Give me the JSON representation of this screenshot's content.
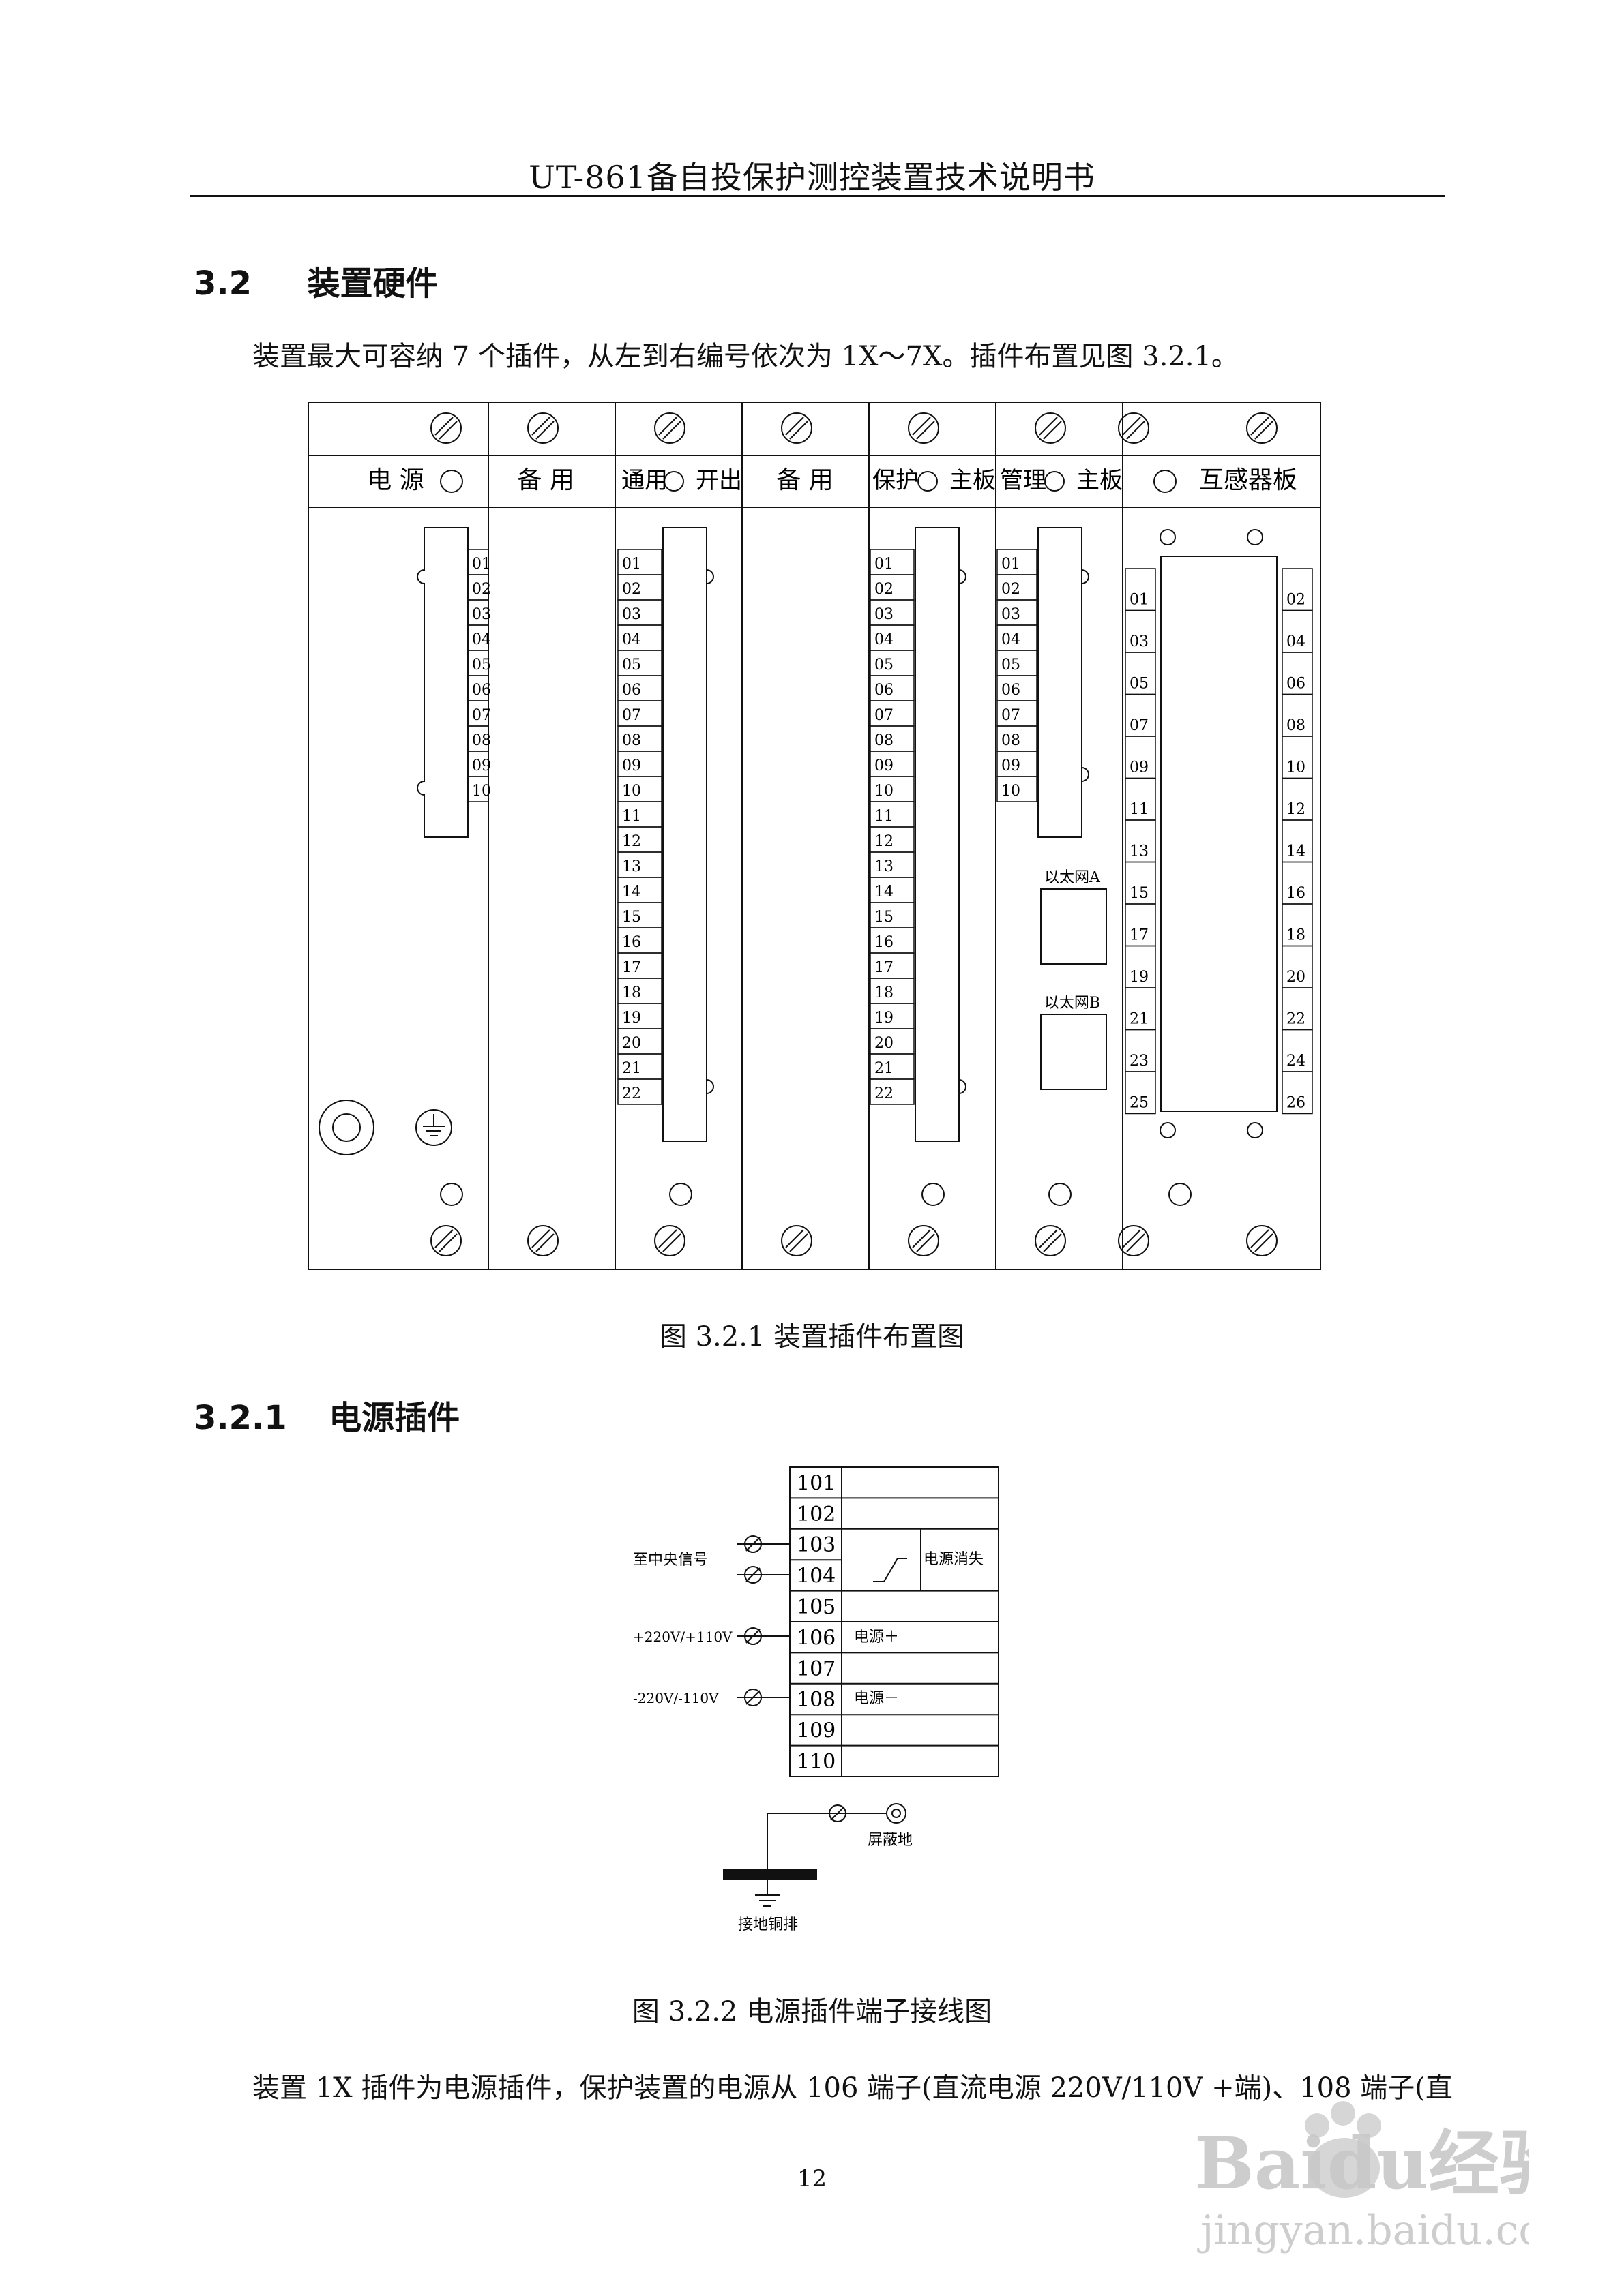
{
  "header": {
    "title": "UT-861备自投保护测控装置技术说明书"
  },
  "section": {
    "number": "3.2",
    "title": "装置硬件"
  },
  "intro": "装置最大可容纳 7 个插件，从左到右编号依次为 1X～7X。插件布置见图 3.2.1。",
  "fig1": {
    "caption": "图 3.2.1 装置插件布置图",
    "slots": [
      "电 源",
      "备 用",
      "通用",
      "开出",
      "备 用",
      "保护",
      "主板",
      "管理",
      "主板",
      "互感器板"
    ],
    "pins10": [
      "01",
      "02",
      "03",
      "04",
      "05",
      "06",
      "07",
      "08",
      "09",
      "10"
    ],
    "pins22": [
      "01",
      "02",
      "03",
      "04",
      "05",
      "06",
      "07",
      "08",
      "09",
      "10",
      "11",
      "12",
      "13",
      "14",
      "15",
      "16",
      "17",
      "18",
      "19",
      "20",
      "21",
      "22"
    ],
    "odd_pins": [
      "01",
      "03",
      "05",
      "07",
      "09",
      "11",
      "13",
      "15",
      "17",
      "19",
      "21",
      "23",
      "25"
    ],
    "even_pins": [
      "02",
      "04",
      "06",
      "08",
      "10",
      "12",
      "14",
      "16",
      "18",
      "20",
      "22",
      "24",
      "26"
    ],
    "ethernet_a": "以太网A",
    "ethernet_b": "以太网B"
  },
  "subsection": {
    "number": "3.2.1",
    "title": "电源插件"
  },
  "fig2": {
    "caption": "图 3.2.2 电源插件端子接线图",
    "terminals": [
      "101",
      "102",
      "103",
      "104",
      "105",
      "106",
      "107",
      "108",
      "109",
      "110"
    ],
    "label_central_signal": "至中央信号",
    "label_power_loss": "电源消失",
    "label_plus_voltage": "+220V/+110V",
    "label_plus": "电源＋",
    "label_minus_voltage": "-220V/-110V",
    "label_minus": "电源－",
    "label_shield": "屏蔽地",
    "label_ground_bar": "接地铜排"
  },
  "body_text": "装置 1X 插件为电源插件，保护装置的电源从 106 端子(直流电源 220V/110V +端)、108 端子(直",
  "page_number": "12",
  "watermark": {
    "brand": "Baidu经验",
    "url": "jingyan.baidu.com"
  }
}
